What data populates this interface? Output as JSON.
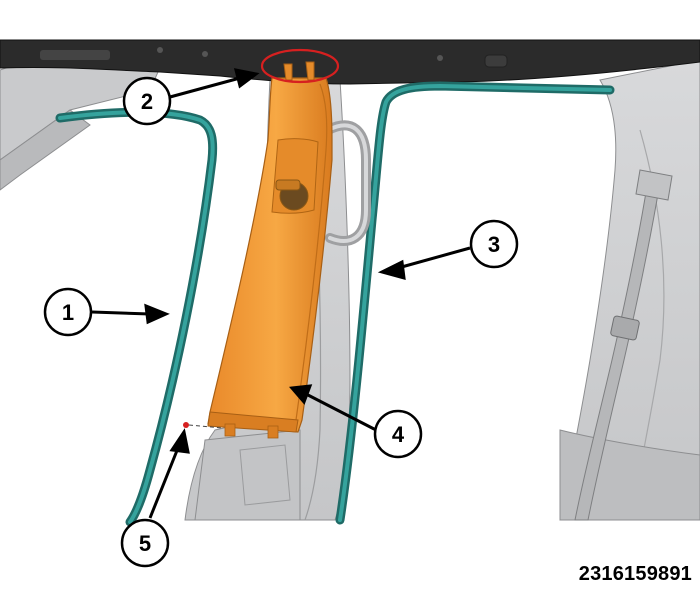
{
  "figure": {
    "id": "2316159891",
    "colors": {
      "trim_panel": "#f39a2e",
      "weatherstrip": "#2e8a85",
      "headliner": "#2b2b2b",
      "body_structure": "#cfd0d2",
      "highlight_circle": "#d62020"
    }
  },
  "callouts": [
    {
      "number": "1"
    },
    {
      "number": "2"
    },
    {
      "number": "3"
    },
    {
      "number": "4"
    },
    {
      "number": "5"
    }
  ]
}
